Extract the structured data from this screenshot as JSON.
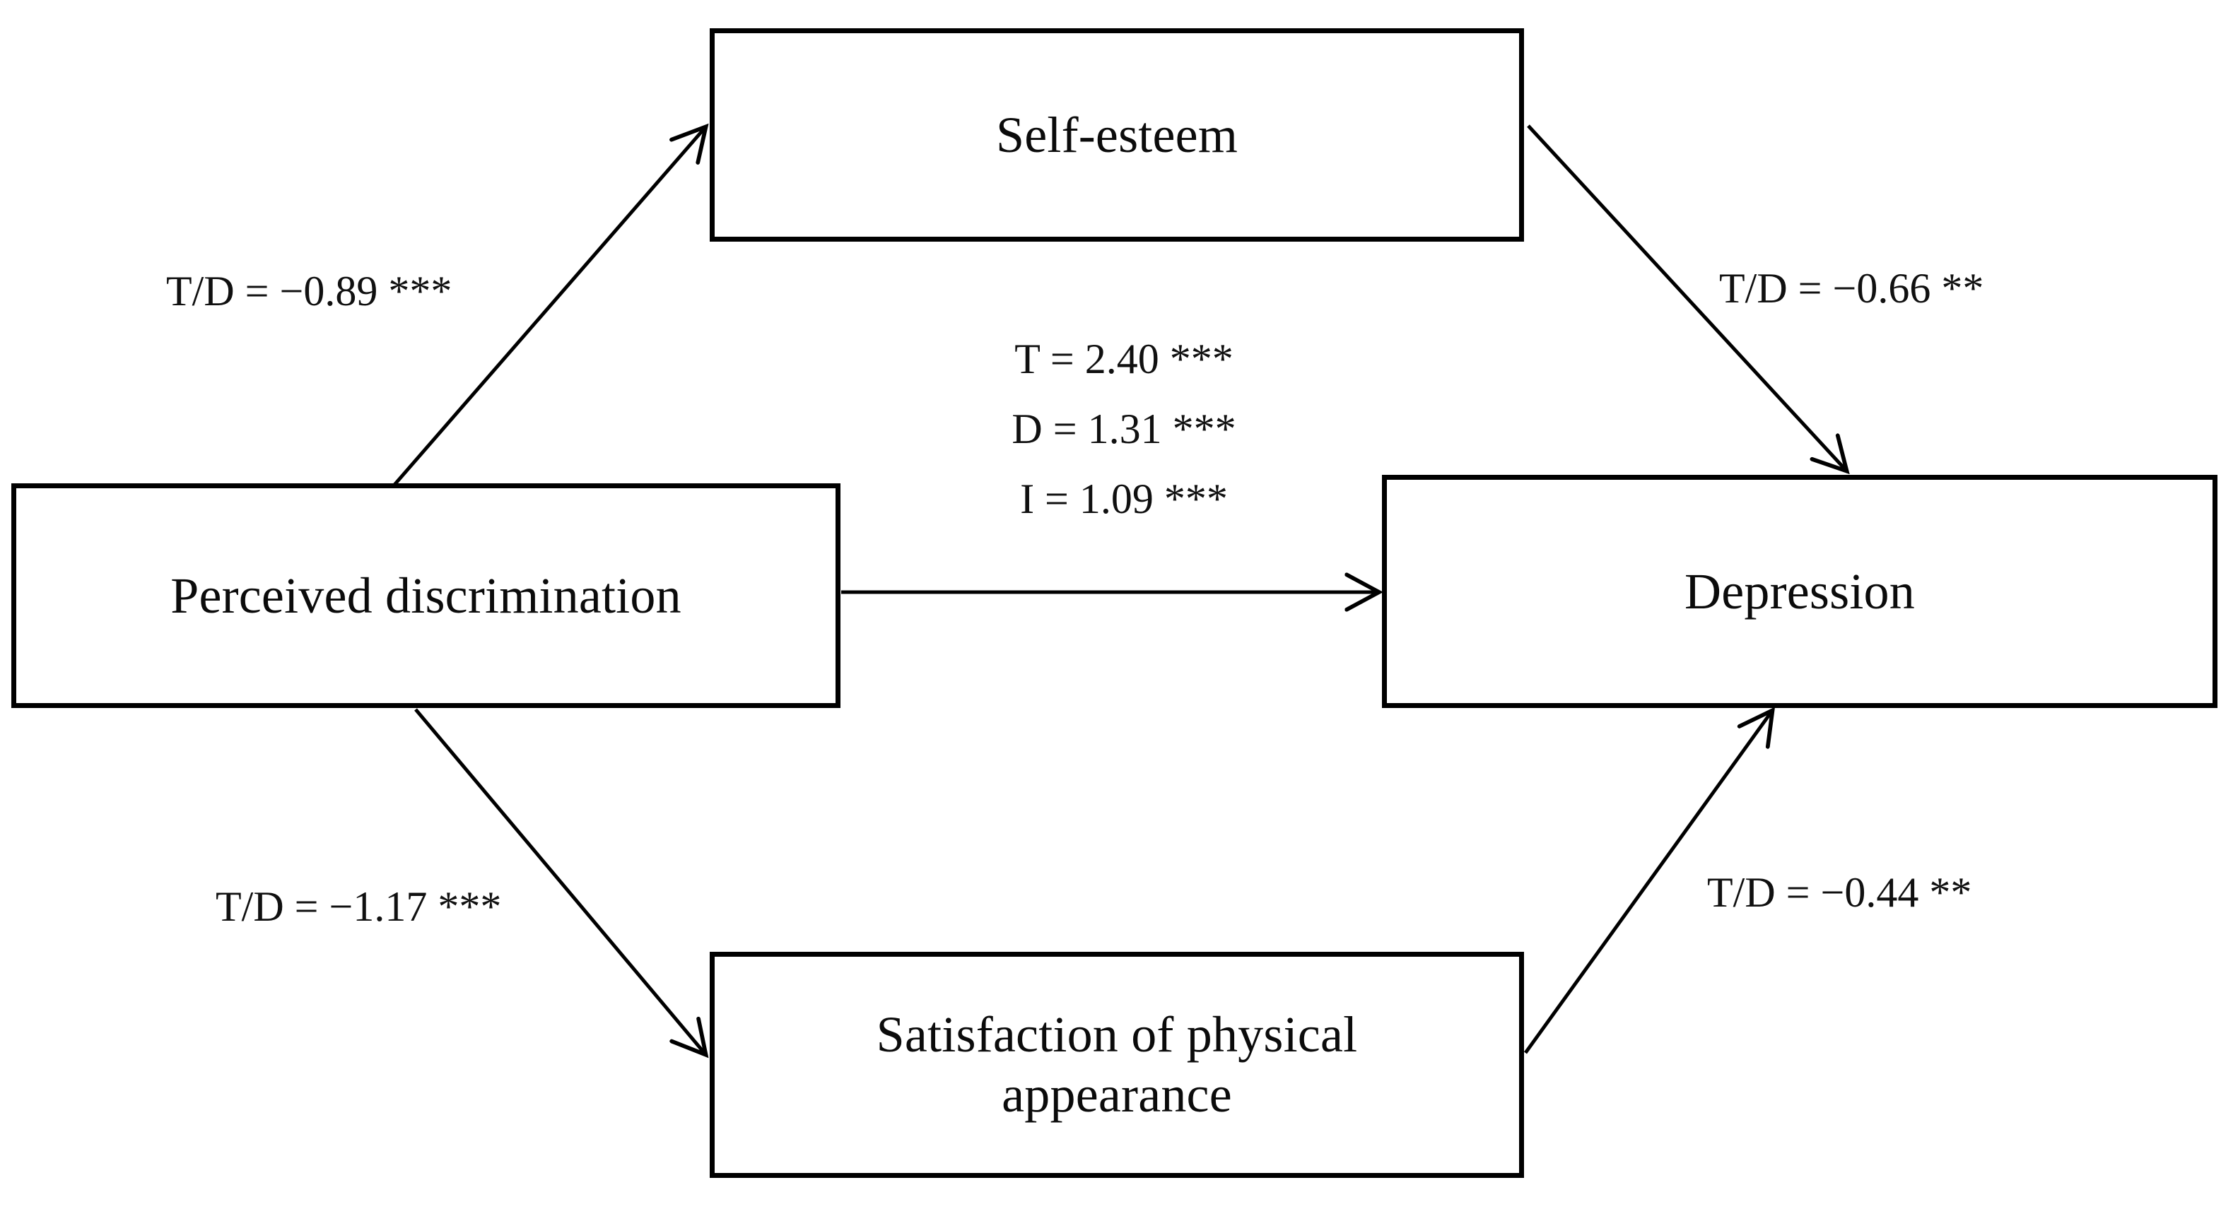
{
  "diagram": {
    "type": "mediation-path-model",
    "background_color": "#ffffff",
    "line_color": "#000000",
    "text_color": "#101010",
    "nodes": [
      {
        "id": "self_esteem",
        "label": "Self-esteem"
      },
      {
        "id": "perceived",
        "label": "Perceived discrimination"
      },
      {
        "id": "depression",
        "label": "Depression"
      },
      {
        "id": "satisfaction",
        "label": "Satisfaction of physical\nappearance"
      }
    ],
    "edges": [
      {
        "id": "pd_to_se",
        "from": "perceived",
        "to": "self_esteem",
        "label": "T/D = −0.89 ***"
      },
      {
        "id": "se_to_dep",
        "from": "self_esteem",
        "to": "depression",
        "label": "T/D = −0.66 **"
      },
      {
        "id": "pd_to_sa",
        "from": "perceived",
        "to": "satisfaction",
        "label": "T/D = −1.17 ***"
      },
      {
        "id": "sa_to_dep",
        "from": "satisfaction",
        "to": "depression",
        "label": "T/D = −0.44 **"
      },
      {
        "id": "pd_to_dep",
        "from": "perceived",
        "to": "depression",
        "label": ""
      }
    ],
    "center_effects": {
      "total": "T = 2.40 ***",
      "direct": "D = 1.31 ***",
      "indirect": "I = 1.09 ***"
    }
  },
  "chart_data": {
    "type": "diagram",
    "title": "",
    "nodes": [
      "Perceived discrimination",
      "Self-esteem",
      "Satisfaction of physical appearance",
      "Depression"
    ],
    "paths": [
      {
        "from": "Perceived discrimination",
        "to": "Self-esteem",
        "coefficient": -0.89,
        "significance": "***",
        "notation": "T/D"
      },
      {
        "from": "Self-esteem",
        "to": "Depression",
        "coefficient": -0.66,
        "significance": "**",
        "notation": "T/D"
      },
      {
        "from": "Perceived discrimination",
        "to": "Satisfaction of physical appearance",
        "coefficient": -1.17,
        "significance": "***",
        "notation": "T/D"
      },
      {
        "from": "Satisfaction of physical appearance",
        "to": "Depression",
        "coefficient": -0.44,
        "significance": "**",
        "notation": "T/D"
      },
      {
        "from": "Perceived discrimination",
        "to": "Depression",
        "total": 2.4,
        "direct": 1.31,
        "indirect": 1.09,
        "significance": "***"
      }
    ]
  }
}
